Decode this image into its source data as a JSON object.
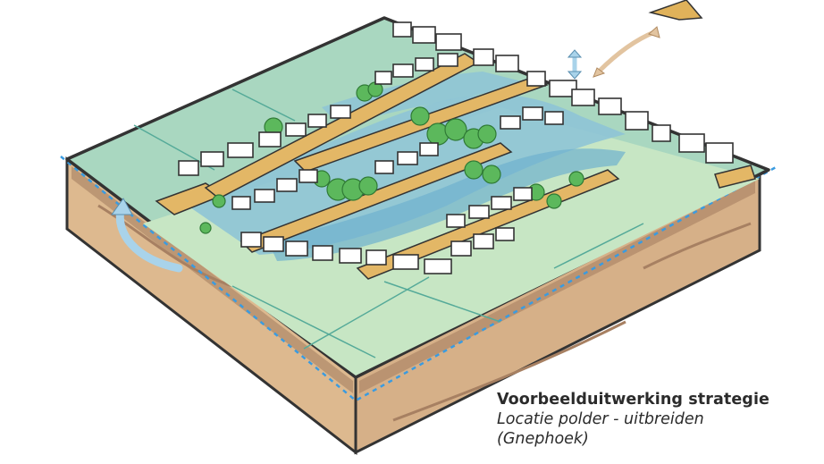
{
  "caption": {
    "title": "Voorbeelduitwerking strategie",
    "subtitle_line1": "Locatie polder - uitbreiden",
    "subtitle_line2": "(Gnephoek)"
  },
  "illustration": {
    "type": "isometric-sketch",
    "subject": "polder block cross-section with expanded village, canals and wetland",
    "elements": [
      "polder-fields",
      "canals",
      "houses",
      "trees",
      "dike-roads",
      "soil-cross-section",
      "groundwater-line",
      "seepage-arrow",
      "vertical-water-level-arrow",
      "curved-exchange-arrow",
      "sand-pile"
    ]
  },
  "colors": {
    "field_green": "#a9d7c0",
    "field_light_green": "#c7e6c4",
    "water_blue": "#8ec4d6",
    "water_deep": "#6fb0cf",
    "soil": "#ddb98f",
    "soil_dark": "#a78062",
    "road": "#e3b766",
    "outline": "#333333",
    "groundwater_dash": "#3a9be0",
    "tree": "#5cb85c",
    "arrow_tan": "#e2c4a0",
    "arrow_blue": "#a9d3ea"
  }
}
